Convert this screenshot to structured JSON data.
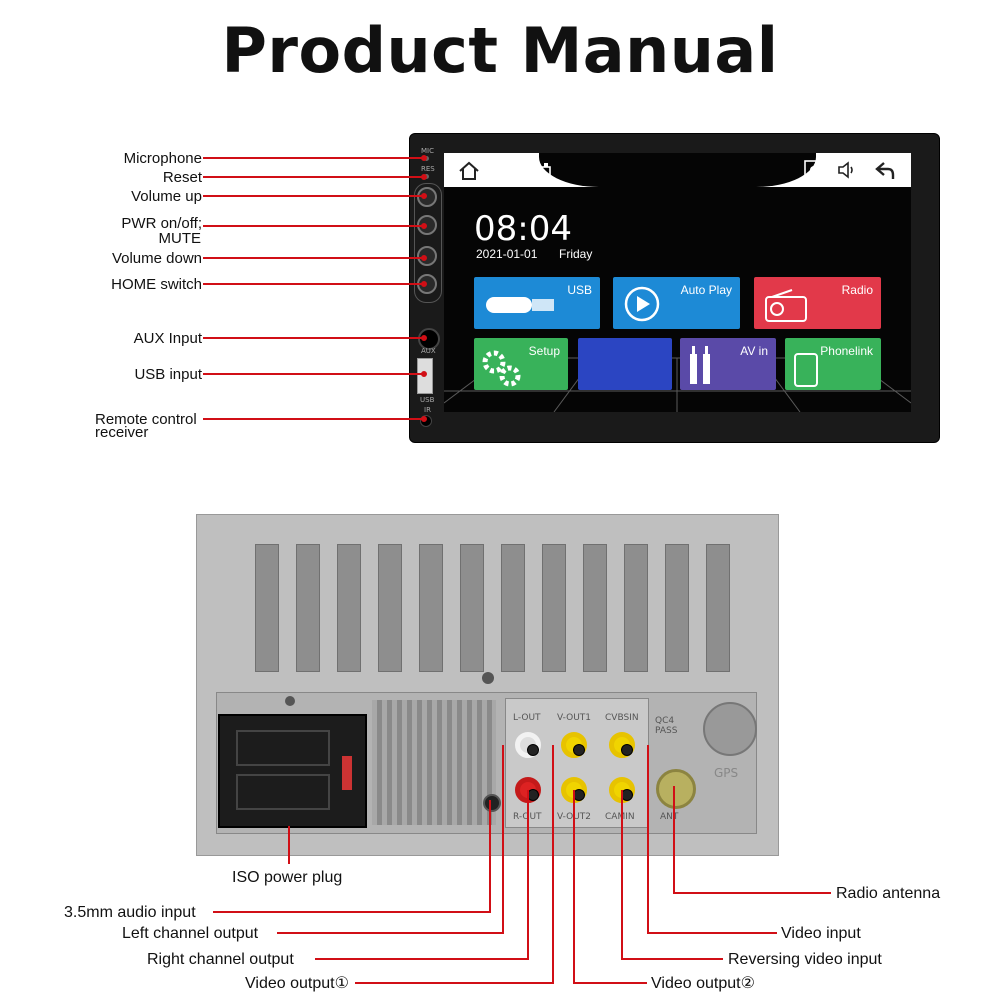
{
  "title": "Product Manual",
  "front_labels": {
    "microphone": "Microphone",
    "reset": "Reset",
    "volume_up": "Volume up",
    "pwr_line1": "PWR on/off;",
    "pwr_line2": "MUTE",
    "volume_down": "Volume down",
    "home_switch": "HOME switch",
    "aux_input": "AUX Input",
    "usb_input": "USB input",
    "remote_line1": "Remote control",
    "remote_line2": "receiver"
  },
  "device_marks": {
    "mic": "MIC",
    "res": "RES",
    "aux": "AUX",
    "usb": "USB",
    "ir": "IR"
  },
  "screen": {
    "time": "08:04",
    "date": "2021-01-01",
    "day": "Friday",
    "tiles": {
      "usb": "USB",
      "auto_play": "Auto Play",
      "radio": "Radio",
      "setup": "Setup",
      "av_in": "AV in",
      "phonelink": "Phonelink"
    }
  },
  "back_marks": {
    "l_out": "L-OUT",
    "v_out1": "V-OUT1",
    "cvbsin": "CVBSIN",
    "r_out": "R-OUT",
    "v_out2": "V-OUT2",
    "camin": "CAMIN",
    "ant": "ANT",
    "qc": "QC4",
    "pass": "PASS",
    "gps": "GPS"
  },
  "back_labels": {
    "iso_power_plug": "ISO power plug",
    "audio_35mm_input": "3.5mm audio input",
    "left_channel_output": "Left channel output",
    "right_channel_output": "Right channel output",
    "video_output_1": "Video output①",
    "radio_antenna": "Radio antenna",
    "video_input": "Video input",
    "reversing_video_input": "Reversing video input",
    "video_output_2": "Video output②"
  },
  "colors": {
    "leader_line": "#d10f16",
    "tile_blue": "#1d8ad6",
    "tile_red": "#e2394a",
    "tile_green": "#38b25a",
    "tile_purple": "#5a4aa8",
    "tile_darkblue": "#2b45c2"
  }
}
